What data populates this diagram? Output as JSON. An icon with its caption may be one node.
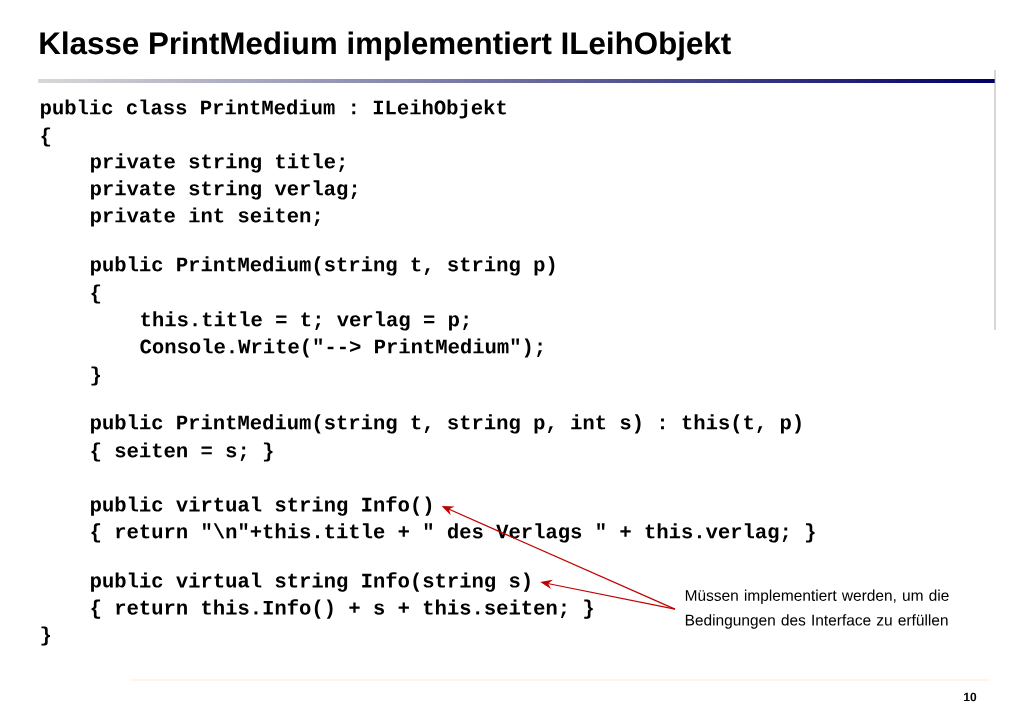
{
  "diagram": {
    "title": "Klasse PrintMedium implementiert ILeihObjekt",
    "nodes": [
      {
        "text": [
          "public virtual string Info()"
        ]
      },
      {
        "text": [
          "public virtual string Info(string s)"
        ]
      },
      {
        "text": [
          "Müssen implementiert werden, um die Bedingungen des Interface zu erfüllen"
        ]
      }
    ],
    "edges": [
      {
        "from": 2,
        "to": 0,
        "arrow": "to"
      },
      {
        "from": 2,
        "to": 1,
        "arrow": "to"
      }
    ],
    "labels": [
      "public class PrintMedium : ILeihObjekt",
      "{",
      "private string title;",
      "private string verlag;",
      "private int seiten;",
      "public PrintMedium(string t, string p)",
      "{",
      "this.title = t; verlag = p;",
      "Console.Write(\"--> PrintMedium\");",
      "}",
      "public PrintMedium(string t, string p, int s) : this(t, p)",
      "{ seiten = s; }",
      "{ return \"\\n\"+this.title + \" des Verlags \" + this.verlag; }",
      "{ return this.Info() + s + this.seiten; }",
      "}",
      "10"
    ]
  }
}
